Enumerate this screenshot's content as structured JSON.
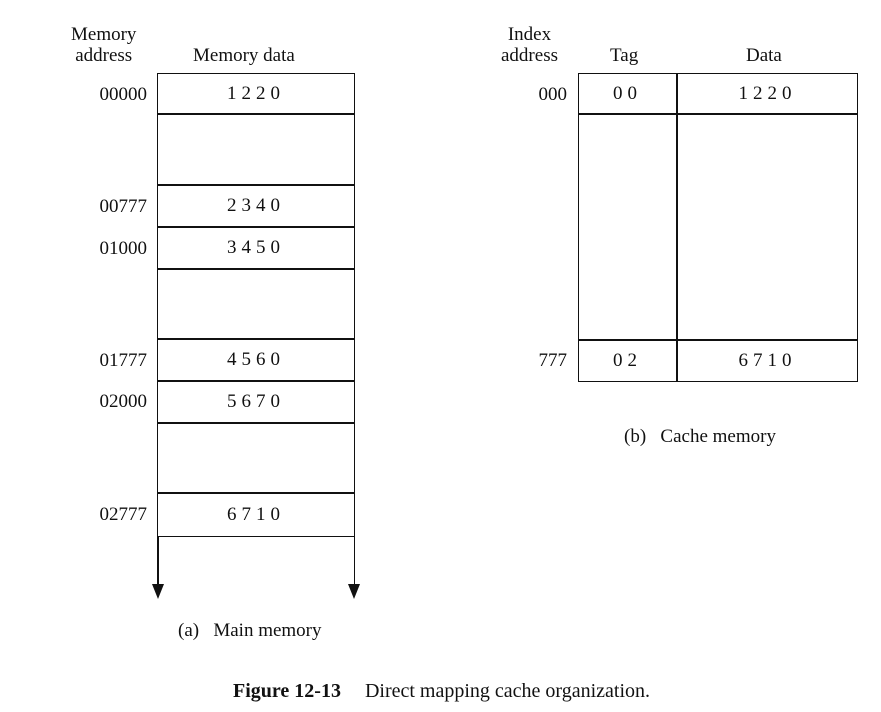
{
  "main_memory": {
    "header_address": "Memory\naddress",
    "header_data": "Memory data",
    "rows": [
      {
        "address": "00000",
        "data": "1220"
      },
      {
        "address": "00777",
        "data": "2340"
      },
      {
        "address": "01000",
        "data": "3450"
      },
      {
        "address": "01777",
        "data": "4560"
      },
      {
        "address": "02000",
        "data": "5670"
      },
      {
        "address": "02777",
        "data": "6710"
      }
    ],
    "caption": "(a)   Main memory"
  },
  "cache_memory": {
    "header_index": "Index\naddress",
    "header_tag": "Tag",
    "header_data": "Data",
    "rows": [
      {
        "index": "000",
        "tag": "00",
        "data": "1220"
      },
      {
        "index": "777",
        "tag": "02",
        "data": "6710"
      }
    ],
    "caption": "(b)   Cache memory"
  },
  "figure": {
    "label": "Figure 12-13",
    "title": "Direct mapping cache organization."
  }
}
